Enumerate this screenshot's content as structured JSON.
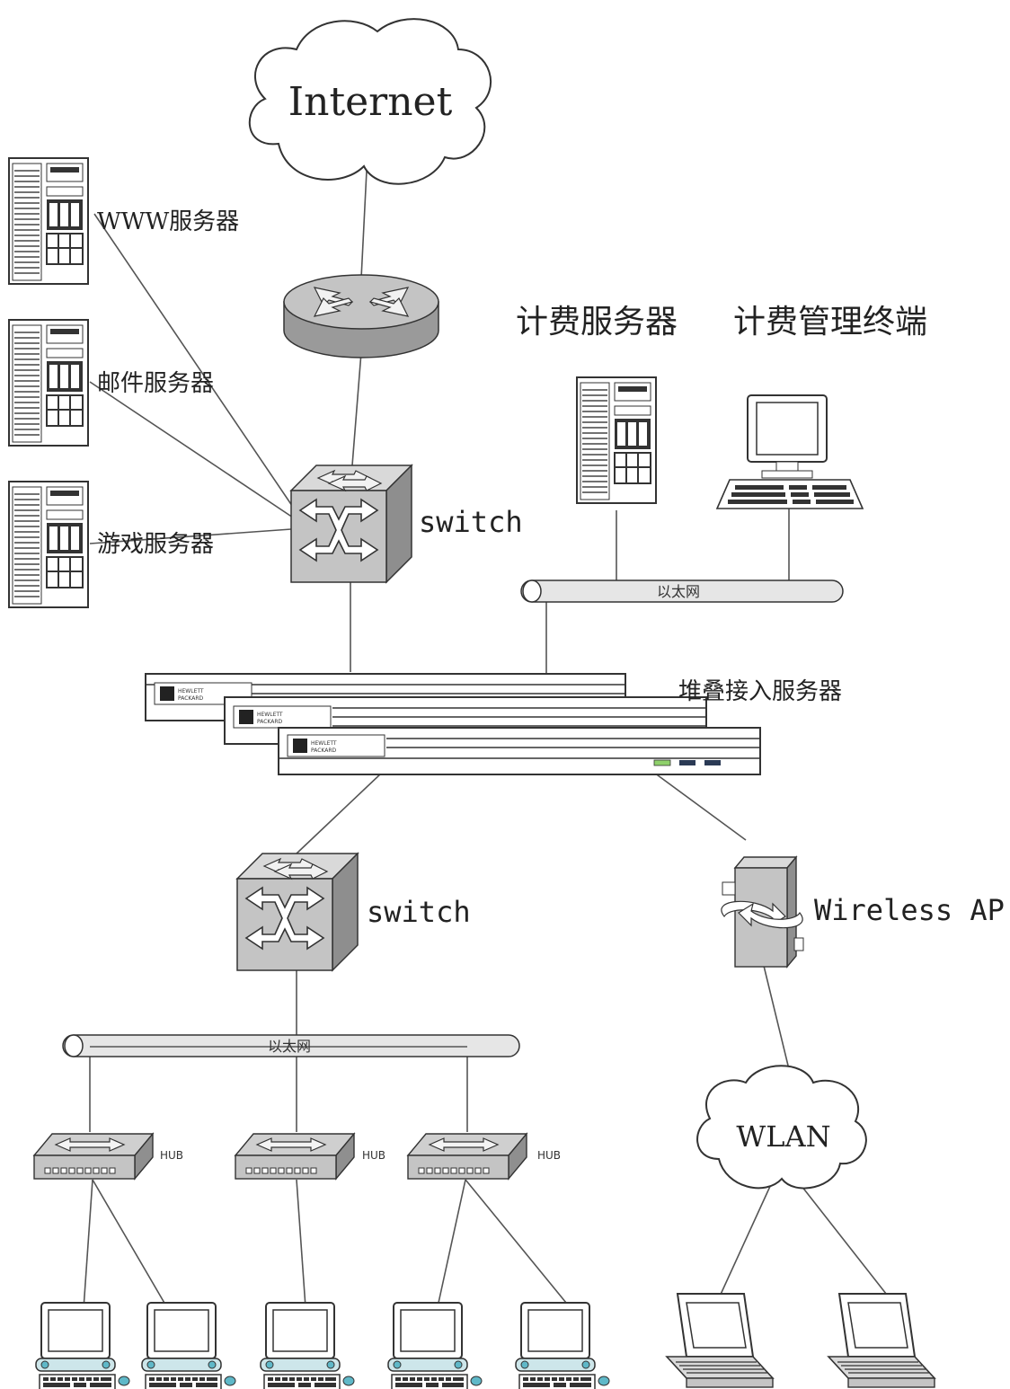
{
  "nodes": {
    "internet": "Internet",
    "www_server": "WWW服务器",
    "mail_server": "邮件服务器",
    "game_server": "游戏服务器",
    "billing_server": "计费服务器",
    "billing_terminal": "计费管理终端",
    "switch_core": "switch",
    "switch_access": "switch",
    "access_server_stack": "堆叠接入服务器",
    "wireless_ap": "Wireless AP",
    "wlan": "WLAN",
    "ethernet_top": "以太网",
    "ethernet_bottom": "以太网",
    "hub1": "HUB",
    "hub2": "HUB",
    "hub3": "HUB",
    "hp_brand_line1": "HEWLETT",
    "hp_brand_line2": "PACKARD"
  },
  "colors": {
    "device_gray": "#c4c4c4",
    "device_dark": "#9a9a9a",
    "screen": "#ffffff",
    "stroke": "#333333",
    "led_green": "#8fd16b",
    "led_dark": "#2b3a55",
    "mouse_teal": "#5fb8c8"
  }
}
